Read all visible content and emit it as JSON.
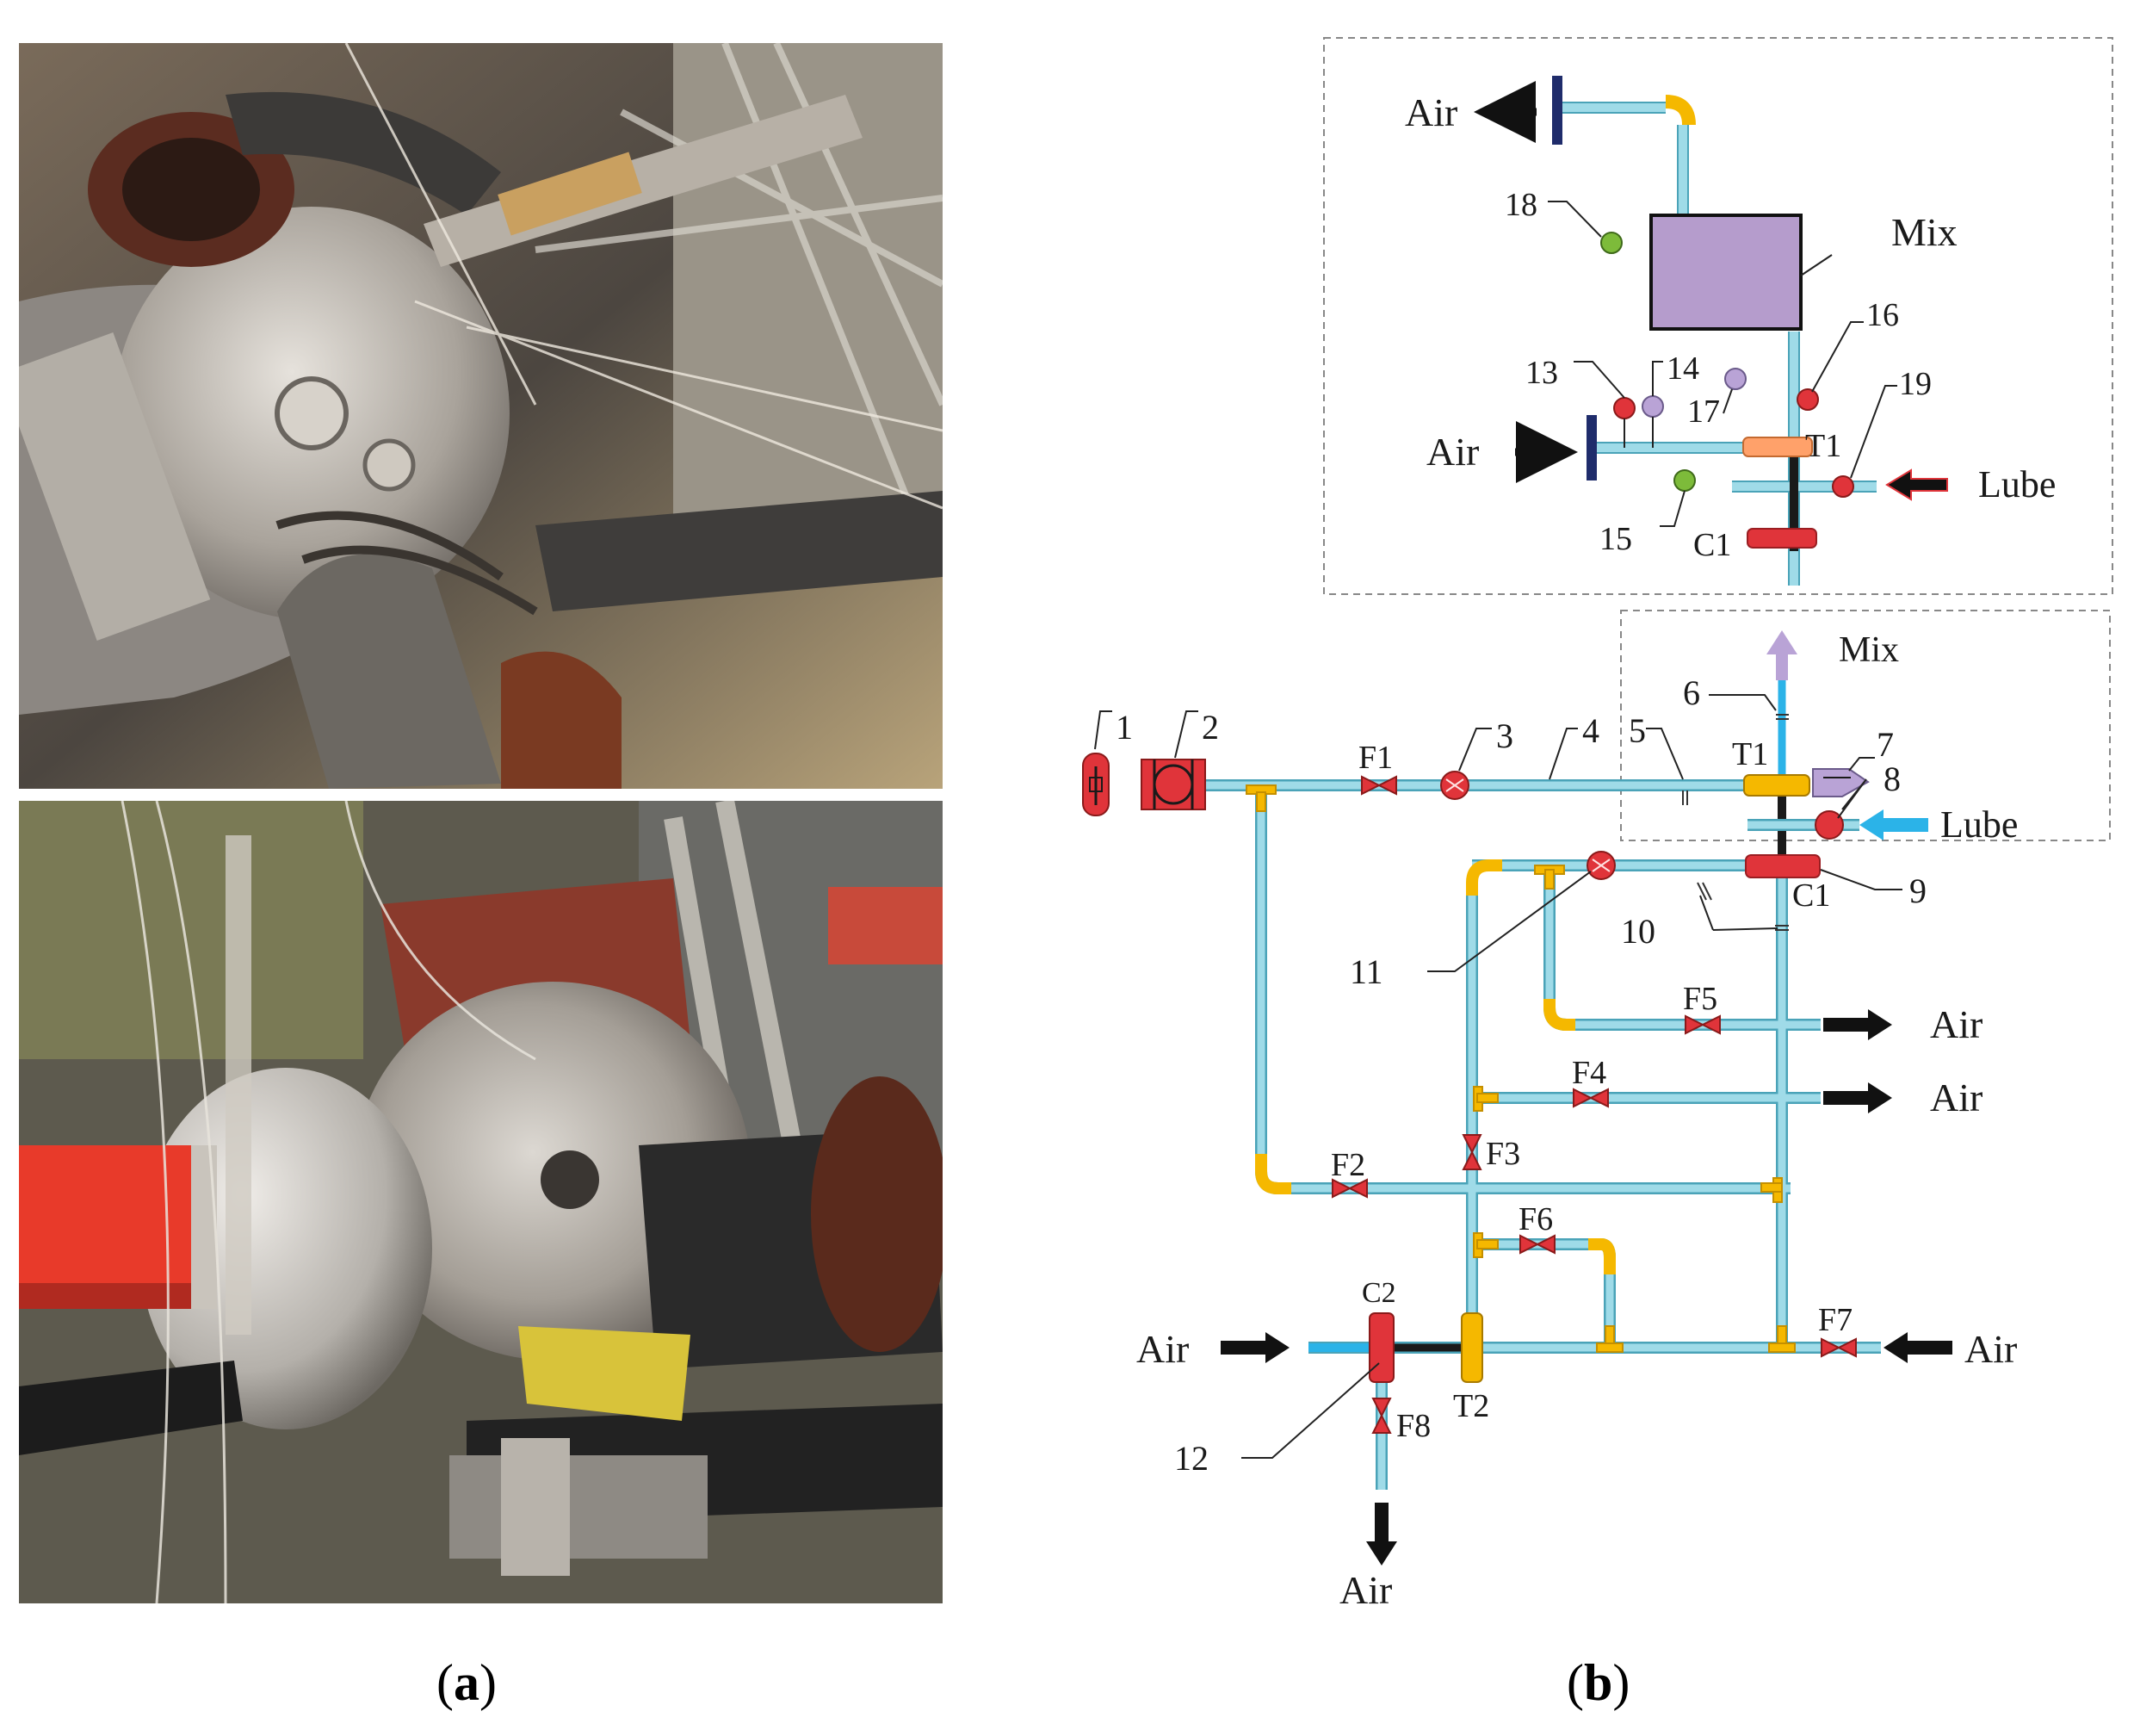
{
  "panels": {
    "a": {
      "label_open": "(",
      "label_letter": "a",
      "label_close": ")"
    },
    "b": {
      "label_open": "(",
      "label_letter": "b",
      "label_close": ")"
    }
  },
  "photos": [
    {
      "name": "photo-top",
      "subject": "turbocharger test rig, top view"
    },
    {
      "name": "photo-bottom",
      "subject": "turbocharger test rig, side view"
    }
  ],
  "colors": {
    "pipe": "#9fdbe8",
    "pipe_edge": "#4aa3b8",
    "elbow": "#f5b800",
    "valve": "#e0343a",
    "sensor_red": "#e0343a",
    "sensor_green": "#7dbb3a",
    "sensor_purple": "#b9a3d6",
    "mix_box": "#b59ccc",
    "shaft": "#1a1a1a",
    "flange_navy": "#1f2c6b",
    "arrow_black": "#111111",
    "arrow_blue": "#2bb3e8",
    "arrow_purple": "#b9a3d6",
    "dash": "#888888"
  },
  "diagram": {
    "inset_labels": {
      "air_out": "Air",
      "mix": "Mix",
      "air_in": "Air",
      "lube": "Lube",
      "t1": "T1",
      "c1": "C1",
      "n13": "13",
      "n14": "14",
      "n15": "15",
      "n16": "16",
      "n17": "17",
      "n18": "18",
      "n19": "19"
    },
    "main_labels": {
      "mix": "Mix",
      "lube": "Lube",
      "n1": "1",
      "n2": "2",
      "n3": "3",
      "n4": "4",
      "n5": "5",
      "n6": "6",
      "n7": "7",
      "n8": "8",
      "n9": "9",
      "n10": "10",
      "n11": "11",
      "n12": "12",
      "f1": "F1",
      "f2": "F2",
      "f3": "F3",
      "f4": "F4",
      "f5": "F5",
      "f6": "F6",
      "f7": "F7",
      "f8": "F8",
      "t1": "T1",
      "c1": "C1",
      "c2": "C2",
      "t2": "T2",
      "air_f5": "Air",
      "air_f4": "Air",
      "air_left": "Air",
      "air_right": "Air",
      "air_bottom": "Air"
    }
  }
}
